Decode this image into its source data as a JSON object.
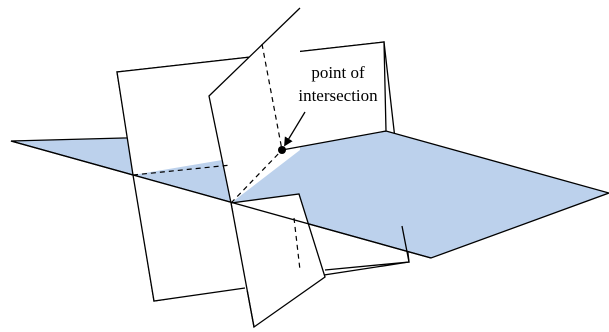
{
  "diagram": {
    "label": {
      "line1": "point of",
      "line2": "intersection"
    },
    "colors": {
      "horizontal_plane_fill": "#bcd1ec",
      "plane_edge": "#000000",
      "vertical_plane_fill": "#ffffff",
      "point": "#000000"
    },
    "shapes": {
      "horizontal_plane": "blue-filled-plane",
      "back_vertical_plane": "white-plane",
      "front_vertical_plane": "white-plane",
      "intersection_point": "filled-dot",
      "hidden_intersection_lines": "dashed-lines",
      "pointer": "arrow"
    }
  }
}
